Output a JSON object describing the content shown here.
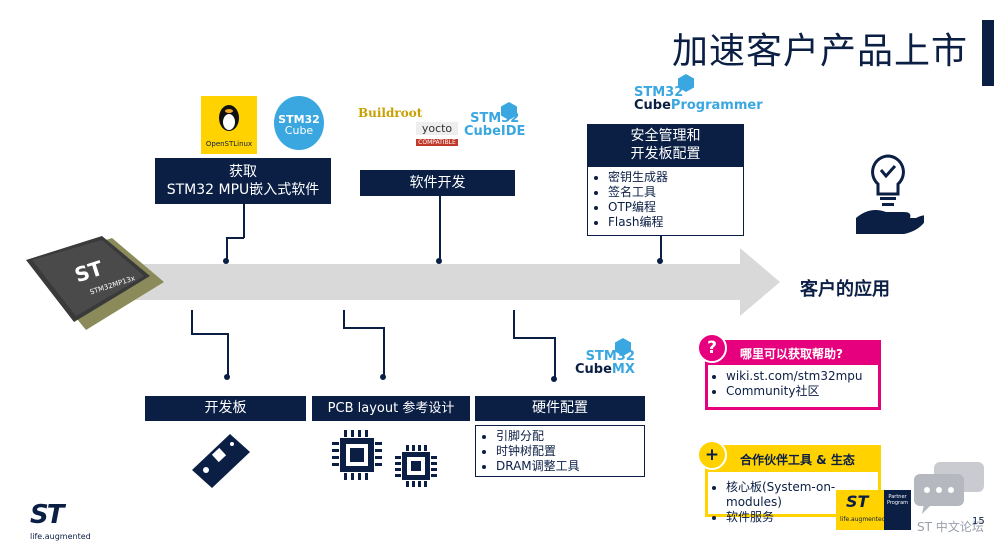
{
  "title": "加速客户产品上市",
  "arrow_label": "客户的应用",
  "top_boxes": {
    "get_software": "获取\nSTM32 MPU嵌入式软件",
    "software_dev": "软件开发",
    "security": "安全管理和\n开发板配置"
  },
  "security_items": [
    "密钥生成器",
    "签名工具",
    "OTP编程",
    "Flash编程"
  ],
  "bottom_boxes": {
    "dev_board": "开发板",
    "pcb": "PCB layout 参考设计",
    "hw_config": "硬件配置"
  },
  "hw_items": [
    "引脚分配",
    "时钟树配置",
    "DRAM调整工具"
  ],
  "logos": {
    "openstlinux": "OpenSTLinux",
    "stm32cube_a": "STM32",
    "stm32cube_b": "Cube",
    "buildroot": "Buildroot",
    "yocto": "yocto",
    "yocto_sub": "COMPATIBLE",
    "cubeide_a": "STM32",
    "cubeide_b": "CubeIDE",
    "cubeprog_a": "STM32",
    "cubeprog_b": "Cube",
    "cubeprog_c": "Programmer",
    "cubemx_a": "STM32",
    "cubemx_b": "Cube",
    "cubemx_c": "MX",
    "chip_label": "STM32MP13x"
  },
  "help": {
    "badge": "?",
    "title": "哪里可以获取帮助?",
    "items": [
      "wiki.st.com/stm32mpu",
      "Community社区"
    ]
  },
  "partner": {
    "badge": "+",
    "title": "合作伙伴工具 & 生态",
    "items": [
      "核心板(System-on-modules)",
      "软件服务"
    ],
    "program_label": "Partner Program",
    "st_tagline": "life.augmented"
  },
  "footer": {
    "tagline": "life.augmented",
    "watermark": "ST 中文论坛",
    "page": "15"
  },
  "colors": {
    "navy": "#0b1f45",
    "blue": "#3aa7e0",
    "magenta": "#e6007e",
    "yellow": "#ffd200"
  }
}
